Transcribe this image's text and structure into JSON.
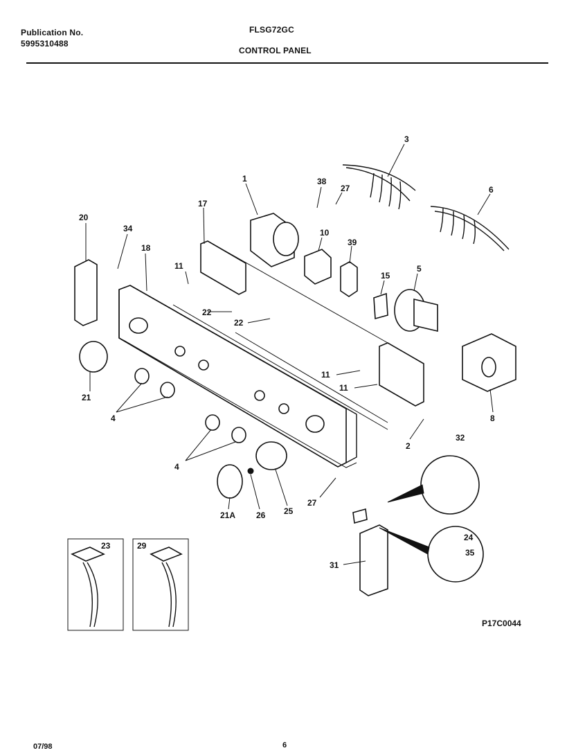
{
  "header": {
    "publication_label": "Publication No.",
    "publication_number": "5995310488",
    "model": "FLSG72GC",
    "section_title": "CONTROL PANEL"
  },
  "diagram": {
    "callouts": [
      "1",
      "2",
      "3",
      "4",
      "4",
      "5",
      "6",
      "8",
      "10",
      "11",
      "11",
      "11",
      "15",
      "17",
      "18",
      "20",
      "21",
      "21A",
      "22",
      "22",
      "23",
      "24",
      "25",
      "26",
      "27",
      "27",
      "29",
      "31",
      "32",
      "34",
      "35",
      "38",
      "39"
    ],
    "drawing_code": "P17C0044"
  },
  "footer": {
    "date": "07/98",
    "page": "6"
  }
}
